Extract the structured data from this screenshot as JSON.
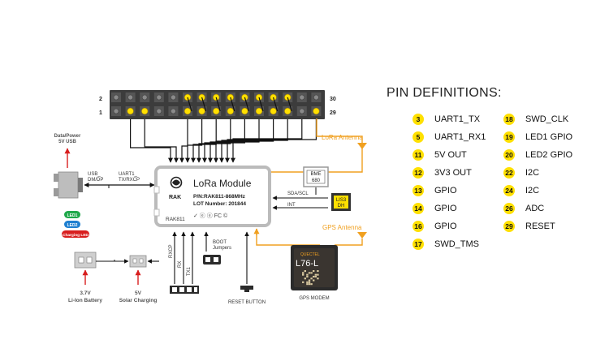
{
  "header": {
    "row2_left": "2",
    "row1_left": "1",
    "row2_right": "30",
    "row1_right": "29"
  },
  "power": {
    "usb_label_1": "Data/Power",
    "usb_label_2": "5V USB"
  },
  "usb_port": {
    "label_1": "USB_",
    "label_2": "DM/DP"
  },
  "uart": {
    "label_1": "UART1_",
    "label_2": "TX/RXCP"
  },
  "leds": {
    "led1": "LED1",
    "led2": "LED2",
    "charging": "Charging LED"
  },
  "battery": {
    "label_1": "3.7V",
    "label_2": "Li-Ion Battery"
  },
  "solar": {
    "label_1": "5V",
    "label_2": "Solar Charging"
  },
  "lora_module": {
    "brand": "RAK",
    "title": "LoRa Module",
    "part_number": "P/N:RAK811-868MHz",
    "lot_number": "LOT Number: 201844",
    "model": "RAK811",
    "cert_marks": "✓ ⓔ ⓔ FC ©"
  },
  "lora_antenna": {
    "label": "LoRa Antenna"
  },
  "gps_antenna": {
    "label": "GPS Antenna"
  },
  "sensor_bme": {
    "line1": "BME",
    "line2": "680"
  },
  "sensor_lis": {
    "line1": "LIS3",
    "line2": "DH"
  },
  "bus": {
    "sda_scl": "SDA/SCL",
    "int": "INT"
  },
  "swd_pins": {
    "rxcp": "RXCP",
    "rx": "RX",
    "tx": "TX1"
  },
  "boot": {
    "label_1": "BOOT",
    "label_2": "Jumpers"
  },
  "reset": {
    "label": "RESET BUTTON"
  },
  "gps_modem": {
    "brand": "QUECTEL",
    "model": "L76-L",
    "label": "GPS MODEM"
  },
  "pin_definitions": {
    "title": "PIN DEFINITIONS:",
    "left": [
      {
        "num": "3",
        "name": "UART1_TX"
      },
      {
        "num": "5",
        "name": "UART1_RX1"
      },
      {
        "num": "11",
        "name": "5V OUT"
      },
      {
        "num": "12",
        "name": "3V3 OUT"
      },
      {
        "num": "13",
        "name": "GPIO"
      },
      {
        "num": "14",
        "name": "GPIO"
      },
      {
        "num": "16",
        "name": "GPIO"
      },
      {
        "num": "17",
        "name": "SWD_TMS"
      }
    ],
    "right": [
      {
        "num": "18",
        "name": "SWD_CLK"
      },
      {
        "num": "19",
        "name": "LED1 GPIO"
      },
      {
        "num": "20",
        "name": "LED2 GPIO"
      },
      {
        "num": "22",
        "name": "I2C"
      },
      {
        "num": "24",
        "name": "I2C"
      },
      {
        "num": "26",
        "name": "ADC"
      },
      {
        "num": "29",
        "name": "RESET"
      }
    ]
  },
  "colors": {
    "accent_orange": "#f0a020",
    "arrow_red": "#d81e1e",
    "pin_yellow": "#ffe000",
    "header_dark": "#3c3c3c",
    "led_green": "#1fa84a",
    "led_blue": "#1f7fd0",
    "led_red": "#d81e1e"
  }
}
